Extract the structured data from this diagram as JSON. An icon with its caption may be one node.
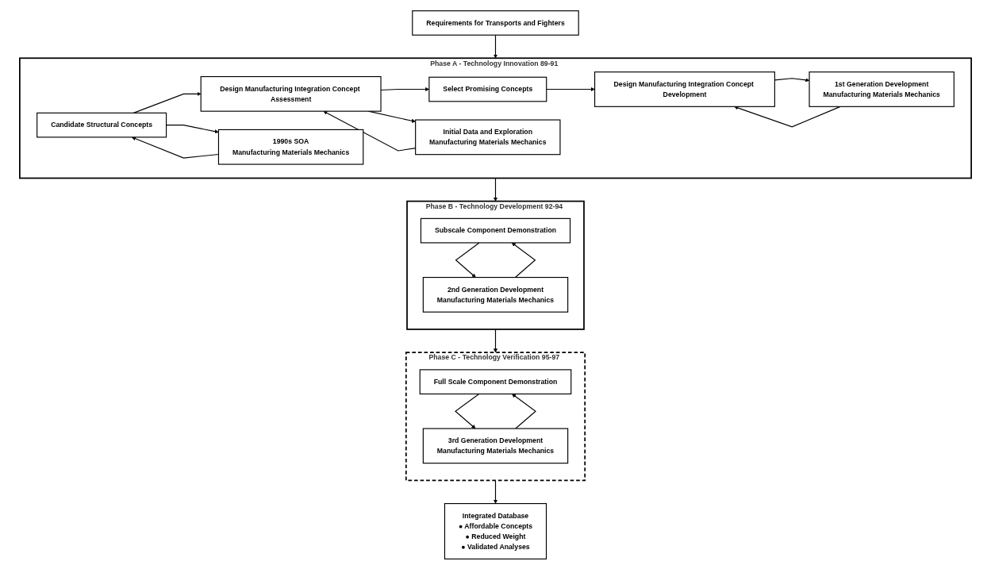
{
  "diagram": {
    "nodes": [
      {
        "text": [
          "Requirements for Transports and Fighters"
        ]
      },
      {
        "text": [
          "Phase A - Technology Innovation 89-91"
        ]
      },
      {
        "text": [
          "Candidate Structural Concepts"
        ],
        "in": 1
      },
      {
        "text": [
          "1990s SOA",
          "Manufacturing Materials Mechanics"
        ],
        "in": 1
      },
      {
        "text": [
          "Design Manufacturing Integration Concept Assessment"
        ],
        "in": 1
      },
      {
        "text": [
          "Initial Data and Exploration",
          "Manufacturing Materials Mechanics"
        ],
        "in": 1
      },
      {
        "text": [
          "Select Promising Concepts"
        ],
        "in": 1
      },
      {
        "text": [
          "Design Manufacturing Integration Concept Development"
        ],
        "in": 1
      },
      {
        "text": [
          "1st Generation Development",
          "Manufacturing Materials Mechanics"
        ],
        "in": 1
      },
      {
        "text": [
          "Phase B - Technology Development 92-94"
        ]
      },
      {
        "text": [
          "Subscale Component Demonstration"
        ],
        "in": 9
      },
      {
        "text": [
          "2nd Generation Development",
          "Manufacturing Materials Mechanics"
        ],
        "in": 9
      },
      {
        "text": [
          "Phase C - Technology Verification 95-97"
        ]
      },
      {
        "text": [
          "Full Scale Component Demonstration"
        ],
        "in": 12
      },
      {
        "text": [
          "3rd Generation Development",
          "Manufacturing Materials Mechanics"
        ],
        "in": 12
      },
      {
        "text": [
          "Integrated Database",
          "● Affordable Concepts",
          "● Reduced Weight",
          "● Validated Analyses"
        ]
      }
    ],
    "edges": [
      {
        "from": 0,
        "to": 1,
        "arrow": "to"
      },
      {
        "from": 2,
        "to": 4,
        "arrow": "to"
      },
      {
        "from": 4,
        "to": 6,
        "arrow": "to"
      },
      {
        "from": 6,
        "to": 7,
        "arrow": "to"
      },
      {
        "from": 2,
        "to": 3,
        "arrow": "to"
      },
      {
        "from": 3,
        "to": 2,
        "arrow": "to"
      },
      {
        "from": 4,
        "to": 5,
        "arrow": "to"
      },
      {
        "from": 5,
        "to": 4,
        "arrow": "to"
      },
      {
        "from": 7,
        "to": 8,
        "arrow": "to"
      },
      {
        "from": 8,
        "to": 7,
        "arrow": "to"
      },
      {
        "from": 1,
        "to": 9,
        "arrow": "to"
      },
      {
        "from": 10,
        "to": 11,
        "arrow": "to"
      },
      {
        "from": 11,
        "to": 10,
        "arrow": "to"
      },
      {
        "from": 9,
        "to": 12,
        "arrow": "to"
      },
      {
        "from": 13,
        "to": 14,
        "arrow": "to"
      },
      {
        "from": 14,
        "to": 13,
        "arrow": "to"
      },
      {
        "from": 12,
        "to": 15,
        "arrow": "to"
      }
    ]
  }
}
